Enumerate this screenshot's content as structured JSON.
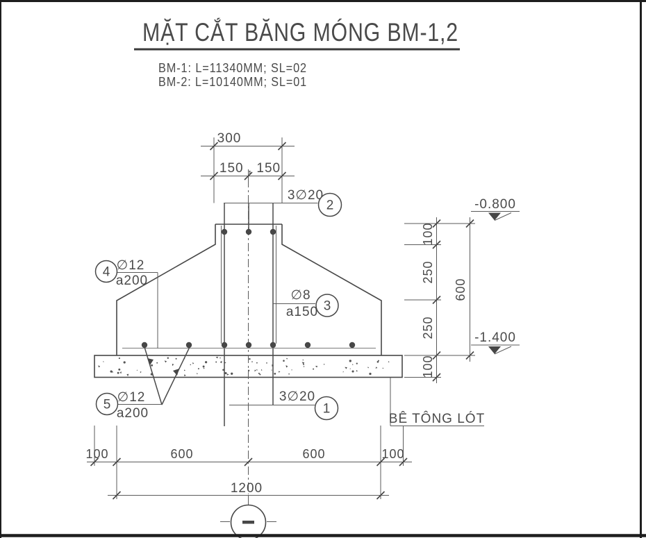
{
  "title": {
    "text": "MẶT CẮT BĂNG MÓNG BM-1,2"
  },
  "notes": {
    "line1": "BM-1: L=11340MM; SL=02",
    "line2": "BM-2: L=10140MM; SL=01"
  },
  "dims": {
    "top": {
      "overall": "300",
      "split": "150 , 150"
    },
    "right": {
      "d1": "100",
      "d2": "250",
      "d3": "250",
      "d4": "100",
      "overall": "600"
    },
    "bottom": {
      "d1": "100",
      "d2": "600",
      "d3": "600",
      "d4": "100",
      "overall": "1200"
    }
  },
  "levels": {
    "top": {
      "value": "-0.800"
    },
    "bottom": {
      "value": "-1.400"
    }
  },
  "callouts": {
    "c1": {
      "num": "1",
      "label": "3∅20"
    },
    "c2": {
      "num": "2",
      "label": "3∅20"
    },
    "c3": {
      "num": "3",
      "dia": "∅8",
      "spacing": "a150"
    },
    "c4": {
      "num": "4",
      "dia": "∅12",
      "spacing": "a200"
    },
    "c5": {
      "num": "5",
      "dia": "∅12",
      "spacing": "a200"
    }
  },
  "materials": {
    "lean_concrete": "BÊ TÔNG LÓT"
  },
  "axis": {
    "mark": "—"
  },
  "colors": {
    "line": "#474747",
    "thin_line": "#5a5a5a",
    "text": "#4a4a4a",
    "frame": "#1e1e1e",
    "background": "#ffffff"
  }
}
